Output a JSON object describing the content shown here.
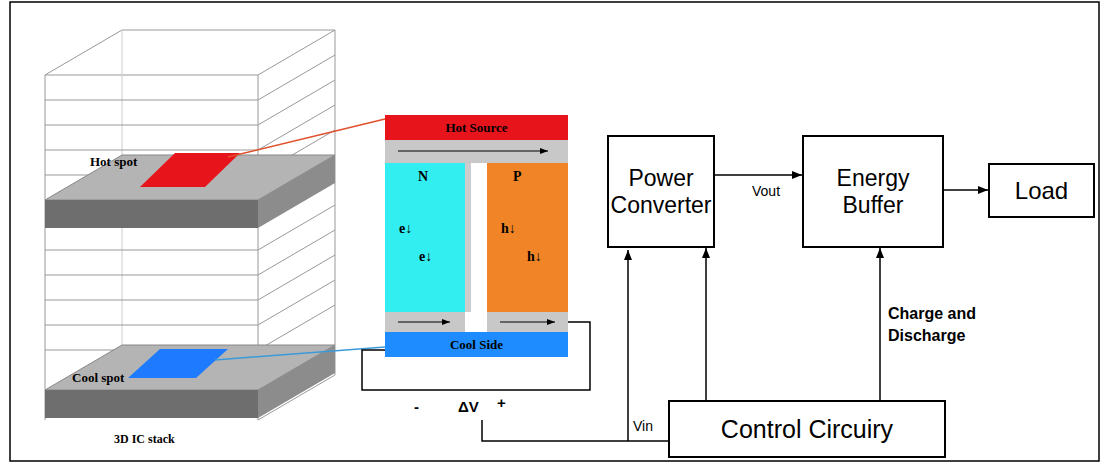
{
  "diagram": {
    "nodes": [
      {
        "text": [
          "Hot Source"
        ]
      },
      {
        "text": [
          "N",
          "e↓",
          "e↓"
        ]
      },
      {
        "text": [
          "P",
          "h↓",
          "h↓"
        ]
      },
      {
        "text": [
          "Cool Side"
        ]
      },
      {
        "text": [
          "Power Converter"
        ]
      },
      {
        "text": [
          "Energy Buffer"
        ]
      },
      {
        "text": [
          "Load"
        ]
      },
      {
        "text": [
          "Control Circuiry"
        ]
      }
    ],
    "edges": [
      {
        "from": 4,
        "to": 5,
        "arrow": "to",
        "label": "Vout"
      },
      {
        "from": 5,
        "to": 6,
        "arrow": "to"
      },
      {
        "from": 7,
        "to": 4,
        "arrow": "to"
      },
      {
        "from": 7,
        "to": 5,
        "arrow": "to",
        "label": "Charge and Discharge"
      }
    ],
    "labels": [
      "Hot spot",
      "Cool spot",
      "3D IC stack",
      "-",
      "ΔV",
      "+",
      "Vin"
    ]
  }
}
